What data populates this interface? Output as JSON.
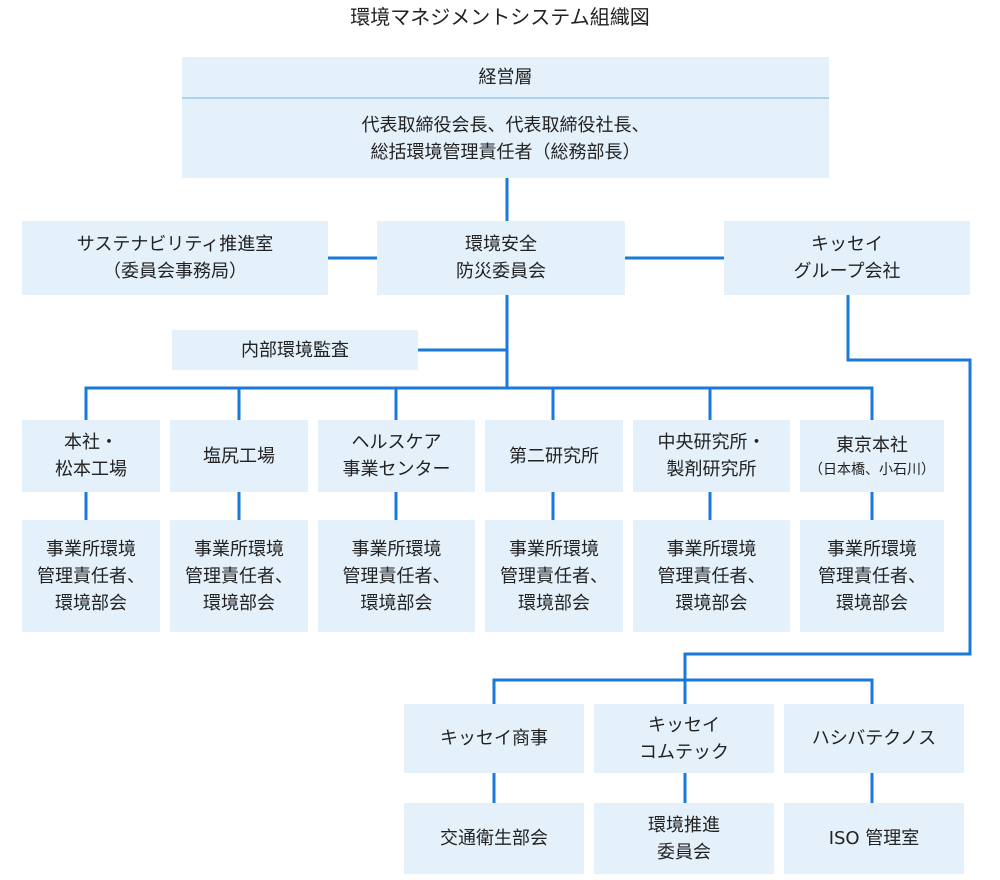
{
  "title": "環境マネジメントシステム組織図",
  "management": {
    "header": "経営層",
    "members_line1": "代表取締役会長、代表取締役社長、",
    "members_line2": "総括環境管理責任者（総務部長）"
  },
  "sustainability": {
    "line1": "サステナビリティ推進室",
    "line2": "（委員会事務局）"
  },
  "committee": {
    "line1": "環境安全",
    "line2": "防災委員会"
  },
  "group_companies": {
    "line1": "キッセイ",
    "line2": "グループ会社"
  },
  "internal_audit": "内部環境監査",
  "sites": [
    {
      "line1": "本社・",
      "line2": "松本工場",
      "note": ""
    },
    {
      "line1": "塩尻工場",
      "line2": "",
      "note": ""
    },
    {
      "line1": "ヘルスケア",
      "line2": "事業センター",
      "note": ""
    },
    {
      "line1": "第二研究所",
      "line2": "",
      "note": ""
    },
    {
      "line1": "中央研究所・",
      "line2": "製剤研究所",
      "note": ""
    },
    {
      "line1": "東京本社",
      "line2": "",
      "note": "（日本橋、小石川）"
    }
  ],
  "site_managers": {
    "line1": "事業所環境",
    "line2": "管理責任者、",
    "line3": "環境部会"
  },
  "subsidiaries": [
    {
      "line1": "キッセイ商事",
      "line2": ""
    },
    {
      "line1": "キッセイ",
      "line2": "コムテック"
    },
    {
      "line1": "ハシバテクノス",
      "line2": ""
    }
  ],
  "subsidiary_units": [
    {
      "line1": "交通衛生部会",
      "line2": ""
    },
    {
      "line1": "環境推進",
      "line2": "委員会"
    },
    {
      "line1": "ISO 管理室",
      "line2": ""
    }
  ],
  "colors": {
    "box_fill": "#e4f0fa",
    "connector": "#1a7ad9",
    "divider": "#a9d2ef"
  }
}
